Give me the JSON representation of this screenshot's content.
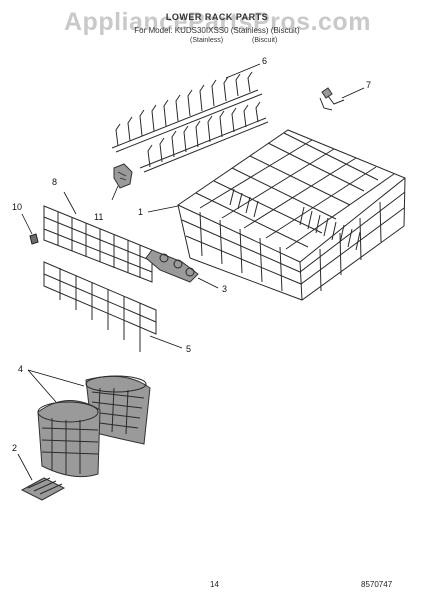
{
  "header": {
    "watermark": "AppliancePartsPros.com",
    "title": "LOWER RACK PARTS",
    "subtitle": "For Model: KUDS30IXSS0 (Stainless) (Biscuit)",
    "finish_stainless": "(Stainless)",
    "finish_biscuit": "(Biscuit)"
  },
  "callouts": {
    "c1": "1",
    "c2": "2",
    "c3": "3",
    "c4": "4",
    "c5": "5",
    "c6": "6",
    "c7": "7",
    "c8": "8",
    "c10": "10",
    "c11": "11"
  },
  "footer": {
    "page": "14",
    "code": "8570747"
  }
}
